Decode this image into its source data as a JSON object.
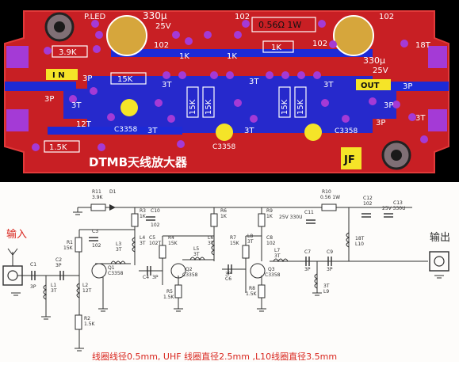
{
  "pcb": {
    "silk_labels": {
      "pled": "P.LED",
      "c330u_top": "330μ",
      "v25_top": "25V",
      "r056": "0.56Ω 1W",
      "c102_top_a": "102",
      "c102_top_b": "102",
      "c102_top_c": "102",
      "c102_top_d": "102",
      "r39k": "3.9K",
      "r1k_a": "1K",
      "r1k_b": "1K",
      "r1k_c": "1K",
      "l18t": "18T",
      "c330u_right": "330μ",
      "v25_right": "25V",
      "in": "I N",
      "out": "OUT",
      "r15k_top": "15K",
      "r15k_a": "15K",
      "r15k_b": "15K",
      "r15k_c": "15K",
      "r15k_d": "15K",
      "r15k_bottom": "1.5K",
      "t3p_a": "3P",
      "t3p_b": "3P",
      "t3p_c": "3P",
      "t3p_d": "3P",
      "t3p_e": "3P",
      "t3t_a": "3T",
      "t3t_b": "3T",
      "t3t_c": "3T",
      "t3t_d": "3T",
      "t3t_e": "3T",
      "t3t_f": "3T",
      "t3t_g": "3T",
      "t12t": "12T",
      "c3358_a": "C3358",
      "c3358_b": "C3358",
      "c3358_c": "C3358",
      "title": "DTMB天线放大器",
      "logo": "JF"
    }
  },
  "schematic": {
    "input_label": "输入",
    "output_label": "输出",
    "note": "线圈线径0.5mm, UHF 线圈直径2.5mm ,L10线圈直径3.5mm",
    "parts": {
      "r11": "R11",
      "r11v": "3.9K",
      "d1": "D1",
      "r10": "R10",
      "r10v": "0.56 1W",
      "c12": "C12",
      "c12v": "102",
      "c13": "C13",
      "c13v": "25V 330U",
      "r3": "R3",
      "r3v": "1K",
      "c10": "C10",
      "c10v": "102",
      "r6": "R6",
      "r6v": "1K",
      "r9": "R9",
      "r9v": "1K",
      "c11": "C11",
      "c11v": "25V 330U",
      "c3": "C3",
      "c3v": "102",
      "l3": "L3",
      "l3v": "3T",
      "l4": "L4",
      "l4v": "3T",
      "c5": "C5",
      "c5v": "102T",
      "r4": "R4",
      "r4v": "15K",
      "l6": "L6",
      "l6v": "3T",
      "l5": "L5",
      "l5v": "3T",
      "r7": "R7",
      "r7v": "15K",
      "c8": "C8",
      "c8v": "102",
      "l7": "L7",
      "l7v": "3T",
      "l8": "L8",
      "l8v": "3T",
      "l10": "L10",
      "l10v": "18T",
      "c1": "C1",
      "c1v": "3P",
      "c2": "C2",
      "c2v": "3P",
      "l1": "L1",
      "l1v": "3T",
      "r1": "R1",
      "r1v": "15K",
      "l2": "L2",
      "l2v": "12T",
      "r2": "R2",
      "r2v": "1.5K",
      "q1": "Q1",
      "q1v": "C3358",
      "c4": "C4",
      "c4v": "3P",
      "q2": "Q2",
      "q2v": "C3358",
      "r5": "R5",
      "r5v": "1.5K",
      "c6": "C6",
      "c6v": "3P",
      "q3": "Q3",
      "q3v": "C3358",
      "r8": "R8",
      "r8v": "1.5K",
      "c7": "C7",
      "c7v": "3P",
      "c9": "C9",
      "c9v": "3P",
      "l9": "L9",
      "l9v": "3T"
    }
  },
  "colors": {
    "board": "#c81f24",
    "copper_blue": "#1d2ad6",
    "pad": "#a43ad6",
    "silk": "#ffffff",
    "yellow": "#f5e428",
    "note_red": "#d9271f",
    "ink": "#2f2f2f"
  }
}
